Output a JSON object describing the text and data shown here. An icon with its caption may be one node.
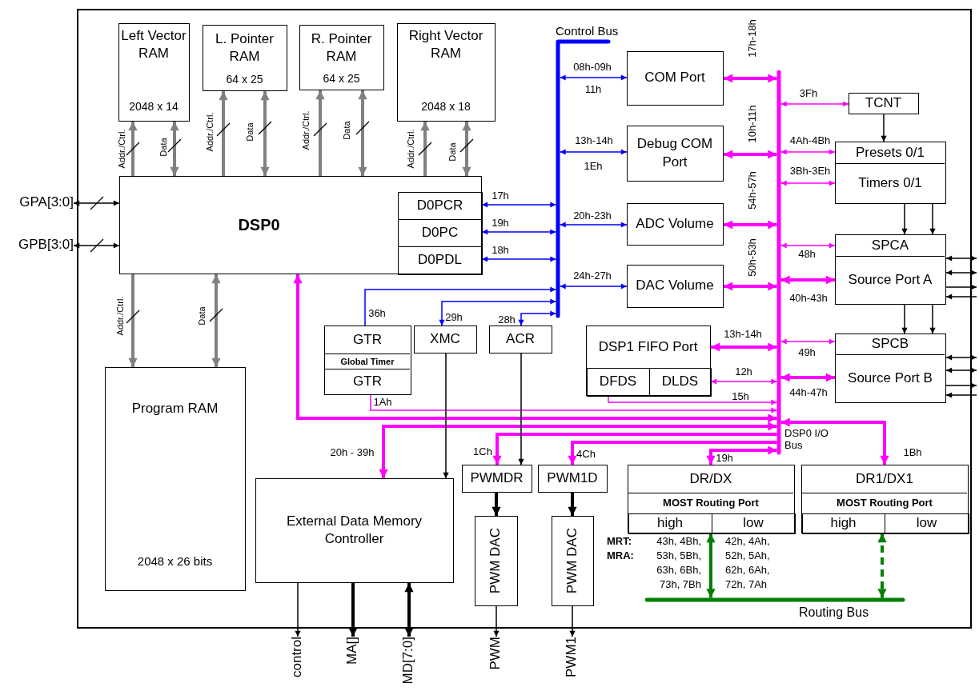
{
  "diagram": {
    "nodes": [
      {
        "text": [
          "Left Vector RAM",
          "2048 x 14"
        ]
      },
      {
        "text": [
          "L. Pointer RAM",
          "64 x 25"
        ]
      },
      {
        "text": [
          "R. Pointer RAM",
          "64 x 25"
        ]
      },
      {
        "text": [
          "Right Vector RAM",
          "2048 x 18"
        ]
      },
      {
        "text": [
          "DSP0"
        ]
      },
      {
        "text": [
          "D0PCR"
        ],
        "in": 4
      },
      {
        "text": [
          "D0PC"
        ],
        "in": 4
      },
      {
        "text": [
          "D0PDL"
        ],
        "in": 4
      },
      {
        "text": [
          "GPA[3:0]"
        ]
      },
      {
        "text": [
          "GPB[3:0]"
        ]
      },
      {
        "text": [
          "Program RAM",
          "2048 x 26 bits"
        ]
      },
      {
        "text": [
          "Control Bus"
        ]
      },
      {
        "text": [
          "DSP0 I/O Bus"
        ]
      },
      {
        "text": [
          "Routing Bus"
        ]
      },
      {
        "text": [
          "COM Port"
        ]
      },
      {
        "text": [
          "Debug COM Port"
        ]
      },
      {
        "text": [
          "ADC Volume"
        ]
      },
      {
        "text": [
          "DAC Volume"
        ]
      },
      {
        "text": [
          "TCNT"
        ]
      },
      {
        "text": [
          "Presets 0/1",
          "Timers 0/1"
        ]
      },
      {
        "text": [
          "SPCA",
          "Source Port A"
        ]
      },
      {
        "text": [
          "SPCB",
          "Source Port B"
        ]
      },
      {
        "text": [
          "GTR",
          "Global Timer",
          "GTR"
        ]
      },
      {
        "text": [
          "XMC"
        ]
      },
      {
        "text": [
          "ACR"
        ]
      },
      {
        "text": [
          "DSP1 FIFO Port"
        ]
      },
      {
        "text": [
          "DFDS"
        ],
        "in": 25
      },
      {
        "text": [
          "DLDS"
        ],
        "in": 25
      },
      {
        "text": [
          "External Data Memory Controller"
        ]
      },
      {
        "text": [
          "PWMDR"
        ]
      },
      {
        "text": [
          "PWM1D"
        ]
      },
      {
        "text": [
          "PWM DAC"
        ]
      },
      {
        "text": [
          "PWM DAC"
        ]
      },
      {
        "text": [
          "DR/DX",
          "MOST Routing Port"
        ]
      },
      {
        "text": [
          "high"
        ],
        "in": 33
      },
      {
        "text": [
          "low"
        ],
        "in": 33
      },
      {
        "text": [
          "DR1/DX1",
          "MOST Routing Port"
        ]
      },
      {
        "text": [
          "high"
        ],
        "in": 36
      },
      {
        "text": [
          "low"
        ],
        "in": 36
      },
      {
        "text": [
          "control"
        ]
      },
      {
        "text": [
          "MA[]"
        ]
      },
      {
        "text": [
          "MD[7:0]"
        ]
      },
      {
        "text": [
          "PWM"
        ]
      },
      {
        "text": [
          "PWM1"
        ]
      }
    ],
    "edges": [
      {
        "from": 4,
        "to": 0,
        "arrow": "to",
        "label": "Addr./Ctrl.",
        "style": "thick",
        "color": "#808080"
      },
      {
        "from": 4,
        "to": 0,
        "arrow": "both",
        "label": "Data",
        "style": "thick",
        "color": "#808080"
      },
      {
        "from": 4,
        "to": 1,
        "arrow": "to",
        "label": "Addr./Ctrl.",
        "style": "thick",
        "color": "#808080"
      },
      {
        "from": 4,
        "to": 1,
        "arrow": "both",
        "label": "Data",
        "style": "thick",
        "color": "#808080"
      },
      {
        "from": 4,
        "to": 2,
        "arrow": "to",
        "label": "Addr./Ctrl.",
        "style": "thick",
        "color": "#808080"
      },
      {
        "from": 4,
        "to": 2,
        "arrow": "both",
        "label": "Data",
        "style": "thick",
        "color": "#808080"
      },
      {
        "from": 4,
        "to": 3,
        "arrow": "to",
        "label": "Addr./Ctrl.",
        "style": "thick",
        "color": "#808080"
      },
      {
        "from": 4,
        "to": 3,
        "arrow": "both",
        "label": "Data",
        "style": "thick",
        "color": "#808080"
      },
      {
        "from": 8,
        "to": 4,
        "arrow": "both"
      },
      {
        "from": 9,
        "to": 4,
        "arrow": "both"
      },
      {
        "from": 4,
        "to": 10,
        "arrow": "to",
        "label": "Addr./Ctrl.",
        "style": "thick",
        "color": "#808080"
      },
      {
        "from": 4,
        "to": 10,
        "arrow": "both",
        "label": "Data",
        "style": "thick",
        "color": "#808080"
      },
      {
        "from": 5,
        "to": 11,
        "arrow": "both",
        "label": "17h",
        "color": "#0000ff"
      },
      {
        "from": 6,
        "to": 11,
        "arrow": "both",
        "label": "19h",
        "color": "#0000ff"
      },
      {
        "from": 7,
        "to": 11,
        "arrow": "both",
        "label": "18h",
        "color": "#0000ff"
      },
      {
        "from": 11,
        "to": 14,
        "arrow": "both",
        "label": "08h-09h",
        "color": "#0000ff"
      },
      {
        "from": 11,
        "to": 15,
        "arrow": "both",
        "label": "13h-14h",
        "color": "#0000ff"
      },
      {
        "from": 11,
        "to": 16,
        "arrow": "both",
        "label": "20h-23h",
        "color": "#0000ff"
      },
      {
        "from": 11,
        "to": 17,
        "arrow": "both",
        "label": "24h-27h",
        "color": "#0000ff"
      },
      {
        "from": 22,
        "to": 11,
        "arrow": "to",
        "label": "36h",
        "color": "#0000ff"
      },
      {
        "from": 11,
        "to": 23,
        "arrow": "both",
        "label": "29h",
        "color": "#0000ff"
      },
      {
        "from": 11,
        "to": 24,
        "arrow": "both",
        "label": "28h",
        "color": "#0000ff"
      },
      {
        "from": 14,
        "to": 12,
        "arrow": "both",
        "label": "17h-18h",
        "style": "thick",
        "color": "#ff00ff"
      },
      {
        "from": 15,
        "to": 12,
        "arrow": "both",
        "label": "10h-11h",
        "style": "thick",
        "color": "#ff00ff"
      },
      {
        "from": 16,
        "to": 12,
        "arrow": "both",
        "label": "54h-57h",
        "style": "thick",
        "color": "#ff00ff"
      },
      {
        "from": 17,
        "to": 12,
        "arrow": "both",
        "label": "50h-53h",
        "style": "thick",
        "color": "#ff00ff"
      },
      {
        "from": 12,
        "to": 18,
        "arrow": "both",
        "label": "3Fh",
        "color": "#ff00ff"
      },
      {
        "from": 12,
        "to": 19,
        "arrow": "both",
        "label": "4Ah-4Bh",
        "color": "#ff00ff"
      },
      {
        "from": 12,
        "to": 19,
        "arrow": "both",
        "label": "3Bh-3Eh",
        "color": "#ff00ff"
      },
      {
        "from": 18,
        "to": 19,
        "arrow": "to"
      },
      {
        "from": 19,
        "to": 20,
        "arrow": "to"
      },
      {
        "from": 19,
        "to": 20,
        "arrow": "to"
      },
      {
        "from": 12,
        "to": 20,
        "arrow": "both",
        "label": "48h",
        "color": "#ff00ff"
      },
      {
        "from": 12,
        "to": 20,
        "arrow": "both",
        "label": "40h-43h",
        "style": "thick",
        "color": "#ff00ff"
      },
      {
        "from": 20,
        "to": 21,
        "arrow": "to"
      },
      {
        "from": 20,
        "to": 21,
        "arrow": "to"
      },
      {
        "from": 12,
        "to": 21,
        "arrow": "both",
        "label": "49h",
        "color": "#ff00ff"
      },
      {
        "from": 12,
        "to": 21,
        "arrow": "both",
        "label": "44h-47h",
        "style": "thick",
        "color": "#ff00ff"
      },
      {
        "from": 25,
        "to": 12,
        "arrow": "both",
        "label": "13h-14h",
        "style": "thick",
        "color": "#ff00ff"
      },
      {
        "from": 27,
        "to": 12,
        "arrow": "both",
        "label": "12h",
        "color": "#ff00ff"
      },
      {
        "from": 26,
        "to": 12,
        "arrow": "to",
        "label": "15h",
        "color": "#ff00ff"
      },
      {
        "from": 4,
        "to": 12,
        "arrow": "both",
        "style": "thick",
        "color": "#ff00ff"
      },
      {
        "from": 22,
        "to": 12,
        "arrow": "to",
        "label": "1Ah",
        "color": "#ff00ff"
      },
      {
        "from": 12,
        "to": 28,
        "arrow": "both",
        "label": "20h - 39h",
        "style": "thick",
        "color": "#ff00ff"
      },
      {
        "from": 23,
        "to": 28,
        "arrow": "to"
      },
      {
        "from": 12,
        "to": 29,
        "arrow": "to",
        "label": "1Ch",
        "style": "thick",
        "color": "#ff00ff"
      },
      {
        "from": 24,
        "to": 29,
        "arrow": "to"
      },
      {
        "from": 12,
        "to": 30,
        "arrow": "to",
        "label": "4Ch",
        "style": "thick",
        "color": "#ff00ff"
      },
      {
        "from": 12,
        "to": 33,
        "arrow": "both",
        "label": "19h",
        "style": "thick",
        "color": "#ff00ff"
      },
      {
        "from": 12,
        "to": 36,
        "arrow": "both",
        "label": "1Bh",
        "style": "thick",
        "color": "#ff00ff"
      },
      {
        "from": 29,
        "to": 31,
        "arrow": "to",
        "style": "thick"
      },
      {
        "from": 30,
        "to": 32,
        "arrow": "to",
        "style": "thick"
      },
      {
        "from": 31,
        "to": 42,
        "arrow": "to"
      },
      {
        "from": 32,
        "to": 43,
        "arrow": "to"
      },
      {
        "from": 28,
        "to": 39,
        "arrow": "to"
      },
      {
        "from": 28,
        "to": 40,
        "arrow": "to",
        "style": "thick"
      },
      {
        "from": 28,
        "to": 41,
        "arrow": "both",
        "style": "thick"
      },
      {
        "from": 33,
        "to": 13,
        "arrow": "both",
        "style": "thick",
        "color": "#008000"
      },
      {
        "from": 36,
        "to": 13,
        "arrow": "both",
        "style": "dashed",
        "color": "#008000"
      },
      {
        "from": 20,
        "to": null,
        "arrow": "both"
      },
      {
        "from": 20,
        "to": null,
        "arrow": "both"
      },
      {
        "from": 20,
        "to": null,
        "arrow": "to"
      },
      {
        "from": null,
        "to": 20,
        "arrow": "to"
      },
      {
        "from": 21,
        "to": null,
        "arrow": "both"
      },
      {
        "from": 21,
        "to": null,
        "arrow": "both"
      },
      {
        "from": 21,
        "to": null,
        "arrow": "to"
      },
      {
        "from": null,
        "to": 21,
        "arrow": "to"
      }
    ],
    "labels": [
      "11h",
      "1Eh",
      "MRT:",
      "MRA:",
      "43h, 4Bh, 53h, 5Bh, 63h, 6Bh, 73h, 7Bh",
      "42h, 4Ah, 52h, 5Ah, 62h, 6Ah, 72h, 7Ah"
    ]
  }
}
